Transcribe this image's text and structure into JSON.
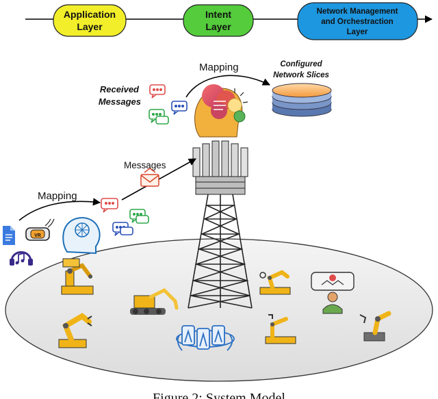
{
  "layers": {
    "application_line1": "Application",
    "application_line2": "Layer",
    "intent_line1": "Intent",
    "intent_line2": "Layer",
    "network_line1": "Network Management",
    "network_line2": "and Orchestraction",
    "network_line3": "Layer",
    "colors": {
      "application": "#f2ef2a",
      "intent": "#54cc3c",
      "network": "#1d97e0"
    }
  },
  "labels": {
    "mapping_left": "Mapping",
    "messages": "Messages",
    "mapping_top": "Mapping",
    "received_line1": "Received",
    "received_line2": "Messages",
    "slices_line1": "Configured",
    "slices_line2": "Network Slices",
    "vr_badge": "VR"
  },
  "caption": "Figure 2: System Model"
}
